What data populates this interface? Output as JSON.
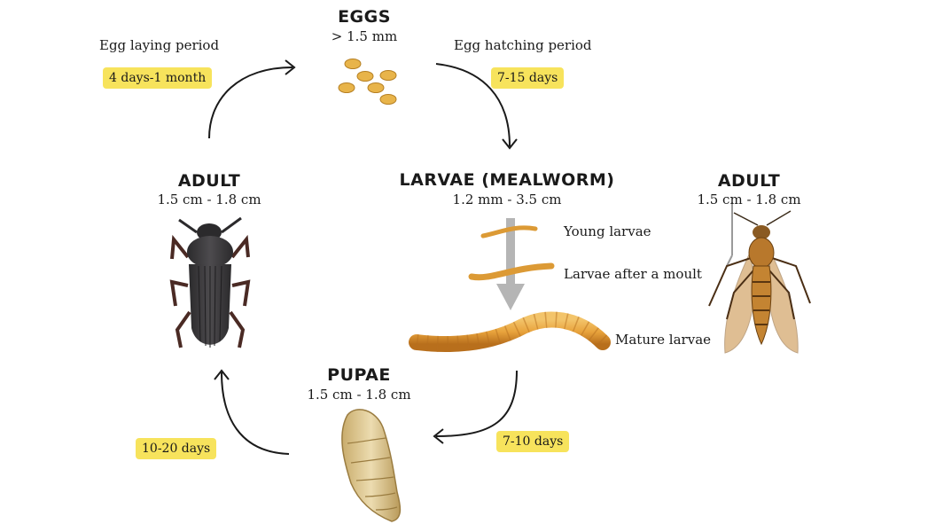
{
  "stages": {
    "eggs": {
      "title": "EGGS",
      "size": "> 1.5 mm"
    },
    "larvae": {
      "title": "LARVAE (MEALWORM)",
      "size": "1.2 mm - 3.5 cm"
    },
    "pupae": {
      "title": "PUPAE",
      "size": "1.5 cm - 1.8 cm"
    },
    "adult_beetle": {
      "title": "ADULT",
      "size": "1.5 cm - 1.8 cm"
    },
    "adult_fly": {
      "title": "ADULT",
      "size": "1.5 cm - 1.8 cm"
    }
  },
  "periods": {
    "egg_laying": {
      "label": "Egg laying period",
      "duration": "4 days-1 month"
    },
    "egg_hatching": {
      "label": "Egg hatching period",
      "duration": "7-15 days"
    },
    "larvae_to_pupae": {
      "duration": "7-10 days"
    },
    "pupae_to_adult": {
      "duration": "10-20 days"
    }
  },
  "larvae_stages": {
    "young": "Young larvae",
    "after_moult": "Larvae after a moult",
    "mature": "Mature larvae"
  },
  "colors": {
    "badge": "#f7e35c",
    "egg": "#e8b44a",
    "larva": "#e8a33c",
    "beetle": "#3b3a3c",
    "pupa": "#dcc58e",
    "arrow": "#1a1a1a",
    "growth_arrow": "#b5b5b5"
  }
}
